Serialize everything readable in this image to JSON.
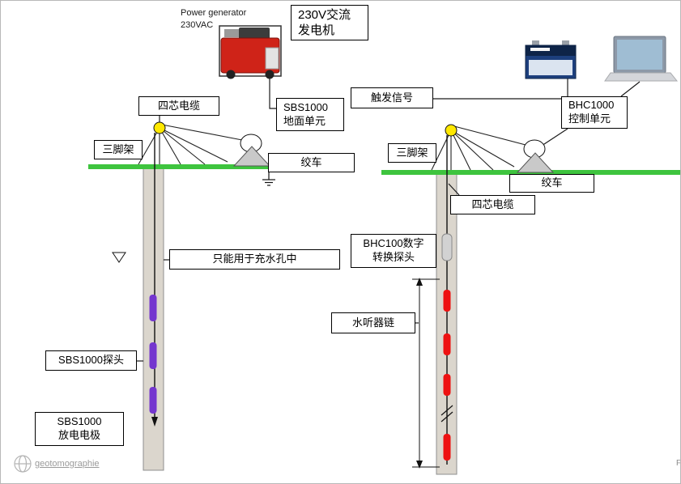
{
  "colors": {
    "ground_green": "#3ec43e",
    "electrode_purple": "#7436cf",
    "hydrophone_red": "#ee1111",
    "pulley_yellow": "#ffe800",
    "generator_red": "#cf2318"
  },
  "captions": {
    "generator_line1": "Power generator",
    "generator_line2": "230VAC"
  },
  "boxes": {
    "ac_generator_line1": "230V交流",
    "ac_generator_line2": "发电机",
    "cable_left": "四芯电缆",
    "ground_unit_line1": "SBS1000",
    "ground_unit_line2": "地面单元",
    "trigger": "触发信号",
    "control_unit_line1": "BHC1000",
    "control_unit_line2": "控制单元",
    "tripod_left": "三脚架",
    "winch_left": "绞车",
    "tripod_right": "三脚架",
    "winch_right": "绞车",
    "cable_right": "四芯电缆",
    "converter_line1": "BHC100数字",
    "converter_line2": "转换探头",
    "water_note": "只能用于充水孔中",
    "hydrophone_chain": "水听器链",
    "probe": "SBS1000探头",
    "electrode_line1": "SBS1000",
    "electrode_line2": "放电电极"
  },
  "footer": {
    "logo_text": "geotomographie",
    "page_letter": "F"
  }
}
